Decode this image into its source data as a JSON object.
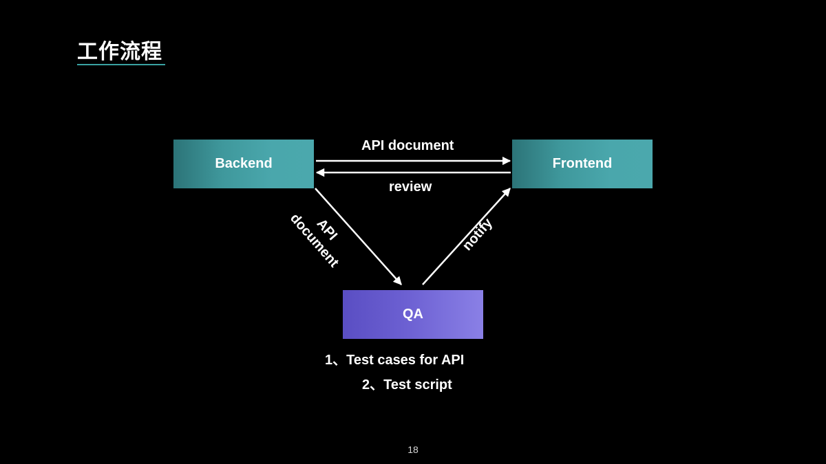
{
  "slide": {
    "title": "工作流程",
    "accent_color": "#3aa3a3",
    "page_number": "18"
  },
  "nodes": {
    "backend": {
      "label": "Backend",
      "color_start": "#2c7478",
      "color_end": "#4ba8ad"
    },
    "frontend": {
      "label": "Frontend",
      "color_start": "#2c7478",
      "color_end": "#4ba8ad"
    },
    "qa": {
      "label": "QA",
      "color_start": "#5a4ec3",
      "color_end": "#8a80e6"
    }
  },
  "edges": [
    {
      "from": "Backend",
      "to": "Frontend",
      "label": "API document"
    },
    {
      "from": "Frontend",
      "to": "Backend",
      "label": "review"
    },
    {
      "from": "Backend",
      "to": "QA",
      "label_line1": "API",
      "label_line2": "document"
    },
    {
      "from": "QA",
      "to": "Frontend",
      "label": "notify"
    }
  ],
  "qa_tasks": [
    "1、Test cases for API",
    "2、Test script"
  ]
}
